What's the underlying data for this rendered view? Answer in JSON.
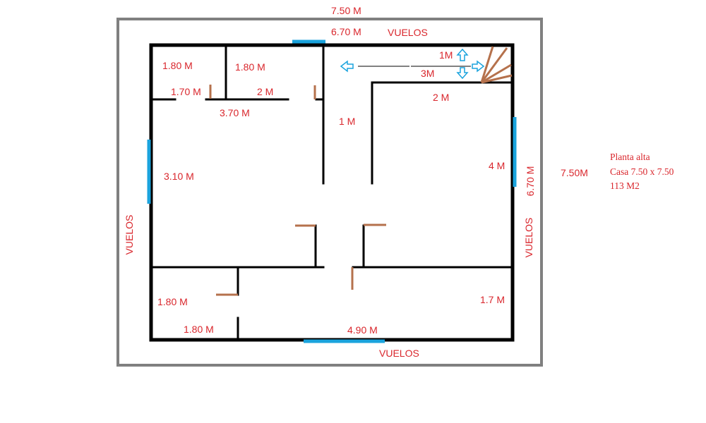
{
  "plan": {
    "top_overall_width": "7.50 M",
    "top_inner_width": "6.70 M",
    "right_overall_height": "7.50M",
    "right_inner_height": "6.70 M",
    "eaves": {
      "top": "VUELOS",
      "bottom": "VUELOS",
      "left": "VUELOS",
      "right": "VUELOS"
    },
    "rooms": {
      "top_left_width": "1.80 M",
      "top_left2_width": "1.80 M",
      "closet_left": "1.70 M",
      "closet_right": "2 M",
      "bedroom_width": "3.70 M",
      "bedroom_height": "3.10 M",
      "hall_width": "1 M",
      "right_room_top": "2 M",
      "right_room_height": "4 M",
      "bottom_left_height": "1.80 M",
      "bottom_left_width": "1.80 M",
      "bottom_right_width": "4.90 M",
      "bottom_right_height": "1.7 M",
      "stair_height": "1M",
      "stair_length": "3M"
    },
    "notes": {
      "line1": "Planta alta",
      "line2": "Casa 7.50 x 7.50",
      "line3": "113 M2"
    }
  },
  "colors": {
    "wall": "#000000",
    "outline": "#808080",
    "window": "#1aa3dd",
    "door": "#b5714c",
    "label": "#d9262c"
  }
}
